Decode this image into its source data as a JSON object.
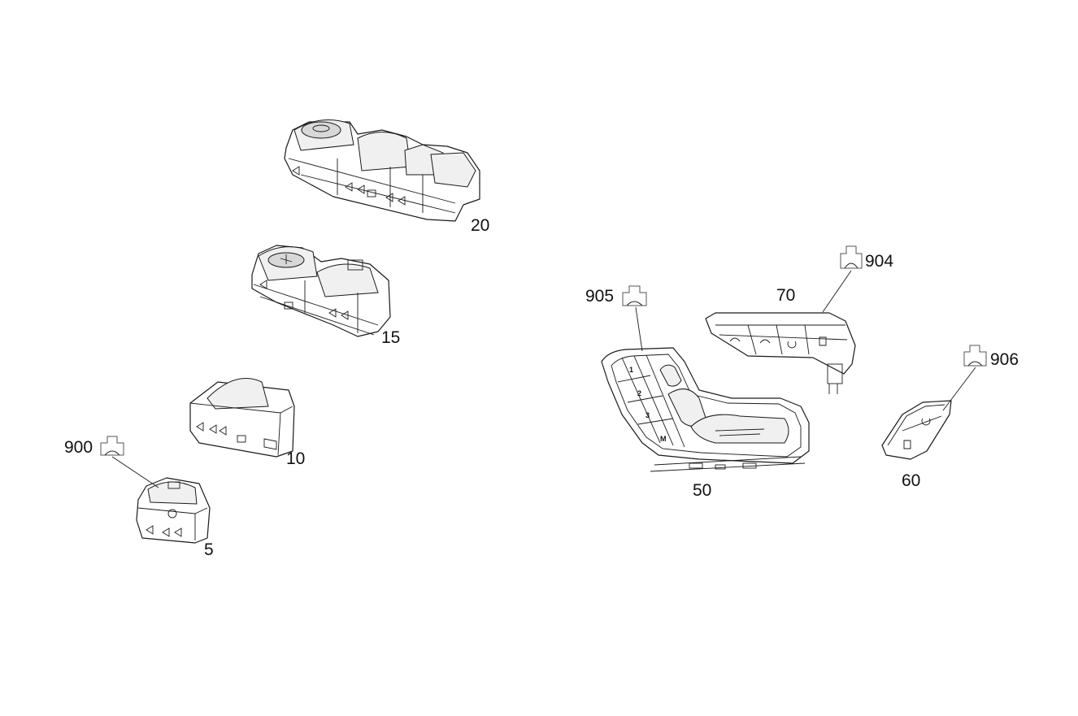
{
  "diagram": {
    "parts": [
      {
        "id": "part-20",
        "label": "20"
      },
      {
        "id": "part-15",
        "label": "15"
      },
      {
        "id": "part-10",
        "label": "10"
      },
      {
        "id": "part-5",
        "label": "5"
      },
      {
        "id": "part-50",
        "label": "50"
      },
      {
        "id": "part-70",
        "label": "70"
      },
      {
        "id": "part-60",
        "label": "60"
      }
    ],
    "connectors": [
      {
        "id": "connector-900",
        "label": "900"
      },
      {
        "id": "connector-904",
        "label": "904"
      },
      {
        "id": "connector-905",
        "label": "905"
      },
      {
        "id": "connector-906",
        "label": "906"
      }
    ],
    "seat_buttons": [
      "1",
      "2",
      "3",
      "M"
    ]
  }
}
